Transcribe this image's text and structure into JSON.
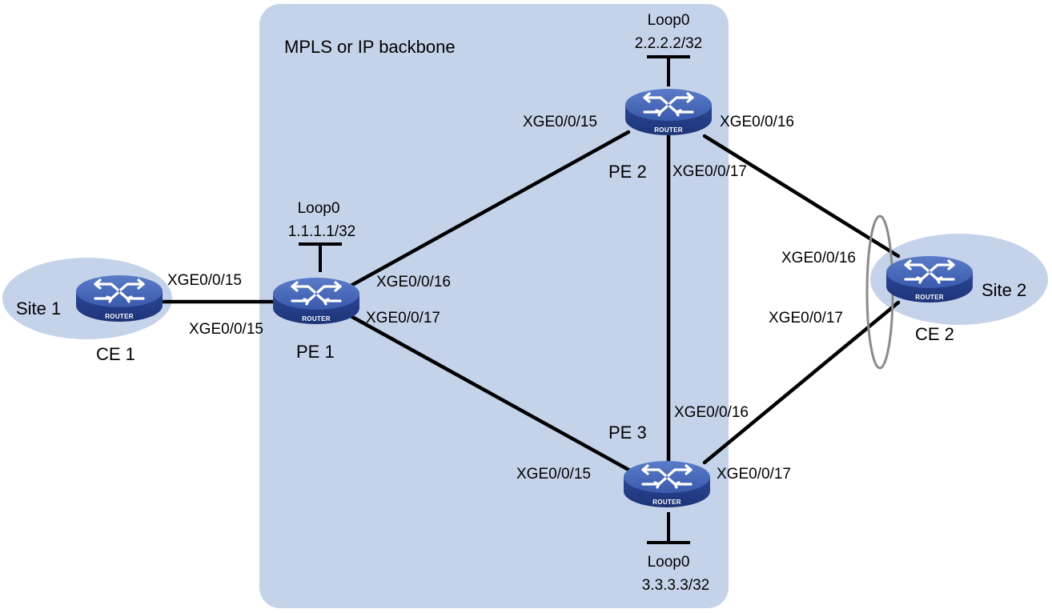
{
  "backbone": {
    "label": "MPLS or IP backbone"
  },
  "sites": [
    {
      "id": "site1",
      "label": "Site 1"
    },
    {
      "id": "site2",
      "label": "Site 2"
    }
  ],
  "devices": [
    {
      "id": "pe2",
      "name": "PE 2",
      "device_text": "ROUTER",
      "loopback": {
        "name": "Loop0",
        "address": "2.2.2.2/32"
      }
    },
    {
      "id": "pe1",
      "name": "PE 1",
      "device_text": "ROUTER",
      "loopback": {
        "name": "Loop0",
        "address": "1.1.1.1/32"
      }
    },
    {
      "id": "pe3",
      "name": "PE 3",
      "device_text": "ROUTER",
      "loopback": {
        "name": "Loop0",
        "address": "3.3.3.3/32"
      }
    },
    {
      "id": "ce1",
      "name": "CE 1",
      "device_text": "ROUTER"
    },
    {
      "id": "ce2",
      "name": "CE 2",
      "device_text": "ROUTER"
    }
  ],
  "links": [
    {
      "id": "ce1-pe1",
      "a_port": "XGE0/0/15",
      "b_port": "XGE0/0/15"
    },
    {
      "id": "pe1-pe2",
      "a_port": "XGE0/0/16",
      "b_port": "XGE0/0/15"
    },
    {
      "id": "pe1-pe3",
      "a_port": "XGE0/0/17",
      "b_port": "XGE0/0/15"
    },
    {
      "id": "pe2-pe3",
      "a_port": "XGE0/0/17",
      "b_port": "XGE0/0/16"
    },
    {
      "id": "pe2-ce2",
      "a_port": "XGE0/0/16",
      "b_port": "XGE0/0/16"
    },
    {
      "id": "pe3-ce2",
      "a_port": "XGE0/0/17",
      "b_port": "XGE0/0/17"
    }
  ],
  "colors": {
    "backbone_fill": "#c5d3ea",
    "site_fill": "#c5d3ea",
    "router_body": "#2e4a9e",
    "router_top": "#4466b8",
    "link": "#000000",
    "aggregation_ring": "#8a8a8a"
  }
}
